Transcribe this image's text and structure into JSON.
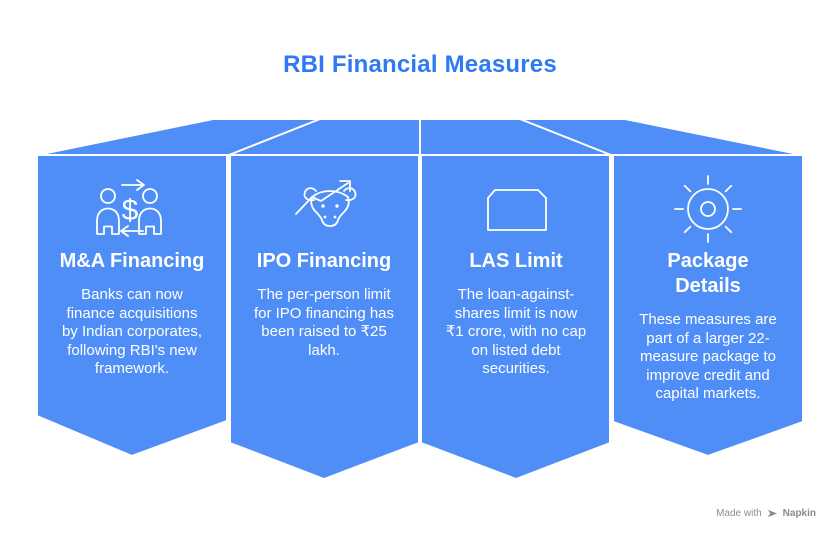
{
  "title": {
    "text": "RBI Financial Measures"
  },
  "panels": [
    {
      "icon": "people-exchange-icon",
      "title": "M&A Financing",
      "body": "Banks can now\nfinance acquisitions\nby Indian corporates,\nfollowing RBI's new\nframework."
    },
    {
      "icon": "bull-market-icon",
      "title": "IPO Financing",
      "body": "The per-person limit\nfor IPO financing has\nbeen raised to ₹25\nlakh."
    },
    {
      "icon": "share-card-icon",
      "title": "LAS Limit",
      "body": "The loan-against-\nshares limit is now\n₹1 crore, with no cap\non listed debt\nsecurities."
    },
    {
      "icon": "sun-burst-icon",
      "title": "Package Details",
      "body": "These measures are\npart of a larger 22-\nmeasure package to\nimprove credit and\ncapital markets."
    }
  ],
  "watermark": {
    "prefix": "Made with",
    "brand": "Napkin",
    "icon": "napkin-pen-icon"
  },
  "colors": {
    "panel_blue": "#4f8ef7",
    "title_blue": "#2e7af2",
    "stroke_white": "#ffffff",
    "watermark_gray": "#8e8e8e"
  }
}
